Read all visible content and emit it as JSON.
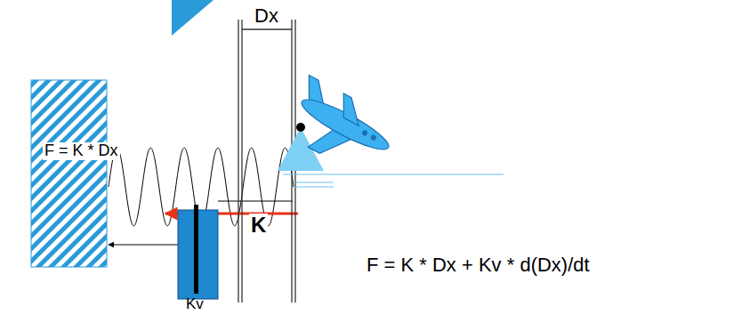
{
  "diagram": {
    "labels": [
      "Dx",
      "F = K * Dx",
      "K",
      "Kv",
      "F = K * Dx + Kv * d(Dx)/dt"
    ]
  }
}
